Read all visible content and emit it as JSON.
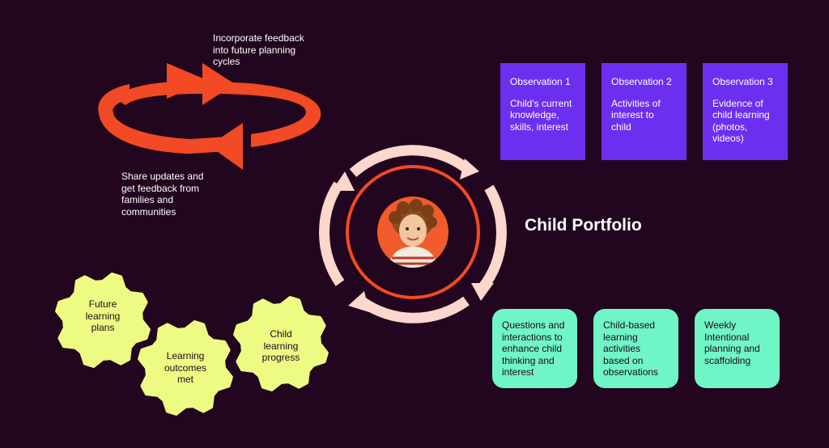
{
  "colors": {
    "background": "#22061f",
    "accent_orange": "#f24a24",
    "ring_pink": "#fdd6cd",
    "observation_purple": "#6c2ff0",
    "card_mint": "#6ff5c6",
    "gear_yellow": "#eefb82"
  },
  "feedback": {
    "top_note": "Incorporate feedback\ninto future planning\ncycles",
    "bottom_note": "Share updates and\nget feedback from\nfamilies and\ncommunities"
  },
  "portfolio": {
    "title": "Child Portfolio",
    "photo_icon": "child-photo"
  },
  "observations": [
    {
      "title": "Observation 1",
      "desc": "Child's current\nknowledge,\nskills, interest"
    },
    {
      "title": "Observation 2",
      "desc": "Activities of\ninterest to\nchild"
    },
    {
      "title": "Observation 3",
      "desc": "Evidence of\nchild learning\n(photos,\nvideos)"
    }
  ],
  "planning_cards": [
    "Questions and\ninteractions to\nenhance child\nthinking and\ninterest",
    "Child-based\nlearning\nactivities\nbased on\nobservations",
    "Weekly\nIntentional\nplanning and\nscaffolding"
  ],
  "gears": [
    "Future\nlearning\nplans",
    "Learning\noutcomes\nmet",
    "Child\nlearning\nprogress"
  ]
}
